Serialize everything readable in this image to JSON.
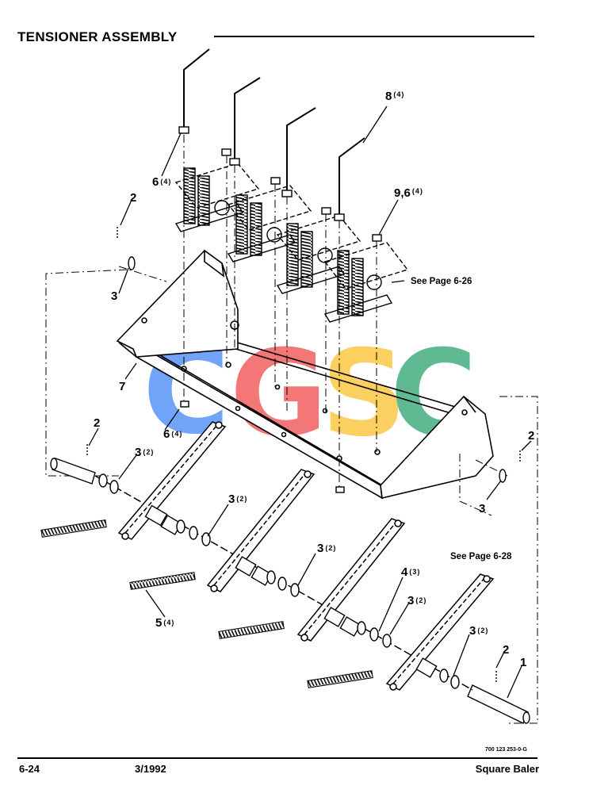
{
  "header": {
    "title": "TENSIONER ASSEMBLY"
  },
  "footer": {
    "page_number": "6-24",
    "date": "3/1992",
    "product": "Square Baler",
    "drawing_number": "700 123 253-0-G"
  },
  "watermark": {
    "text": "CGSC",
    "letters": [
      "C",
      "G",
      "S",
      "C"
    ],
    "colors": [
      "#3b82f6",
      "#ef4444",
      "#fbbf24",
      "#22a06b"
    ]
  },
  "references": {
    "upper": "See Page 6-26",
    "lower": "See Page 6-28"
  },
  "callouts": [
    {
      "num": "8",
      "qty": "(4)"
    },
    {
      "num": "6",
      "qty": "(4)"
    },
    {
      "num": "9,6",
      "qty": "(4)"
    },
    {
      "num": "2",
      "qty": ""
    },
    {
      "num": "3",
      "qty": ""
    },
    {
      "num": "7",
      "qty": ""
    },
    {
      "num": "6",
      "qty": "(4)"
    },
    {
      "num": "2",
      "qty": ""
    },
    {
      "num": "3",
      "qty": "(2)"
    },
    {
      "num": "3",
      "qty": "(2)"
    },
    {
      "num": "3",
      "qty": "(2)"
    },
    {
      "num": "4",
      "qty": "(3)"
    },
    {
      "num": "3",
      "qty": "(2)"
    },
    {
      "num": "3",
      "qty": "(2)"
    },
    {
      "num": "5",
      "qty": "(4)"
    },
    {
      "num": "2",
      "qty": ""
    },
    {
      "num": "3",
      "qty": ""
    },
    {
      "num": "2",
      "qty": ""
    },
    {
      "num": "1",
      "qty": ""
    }
  ]
}
